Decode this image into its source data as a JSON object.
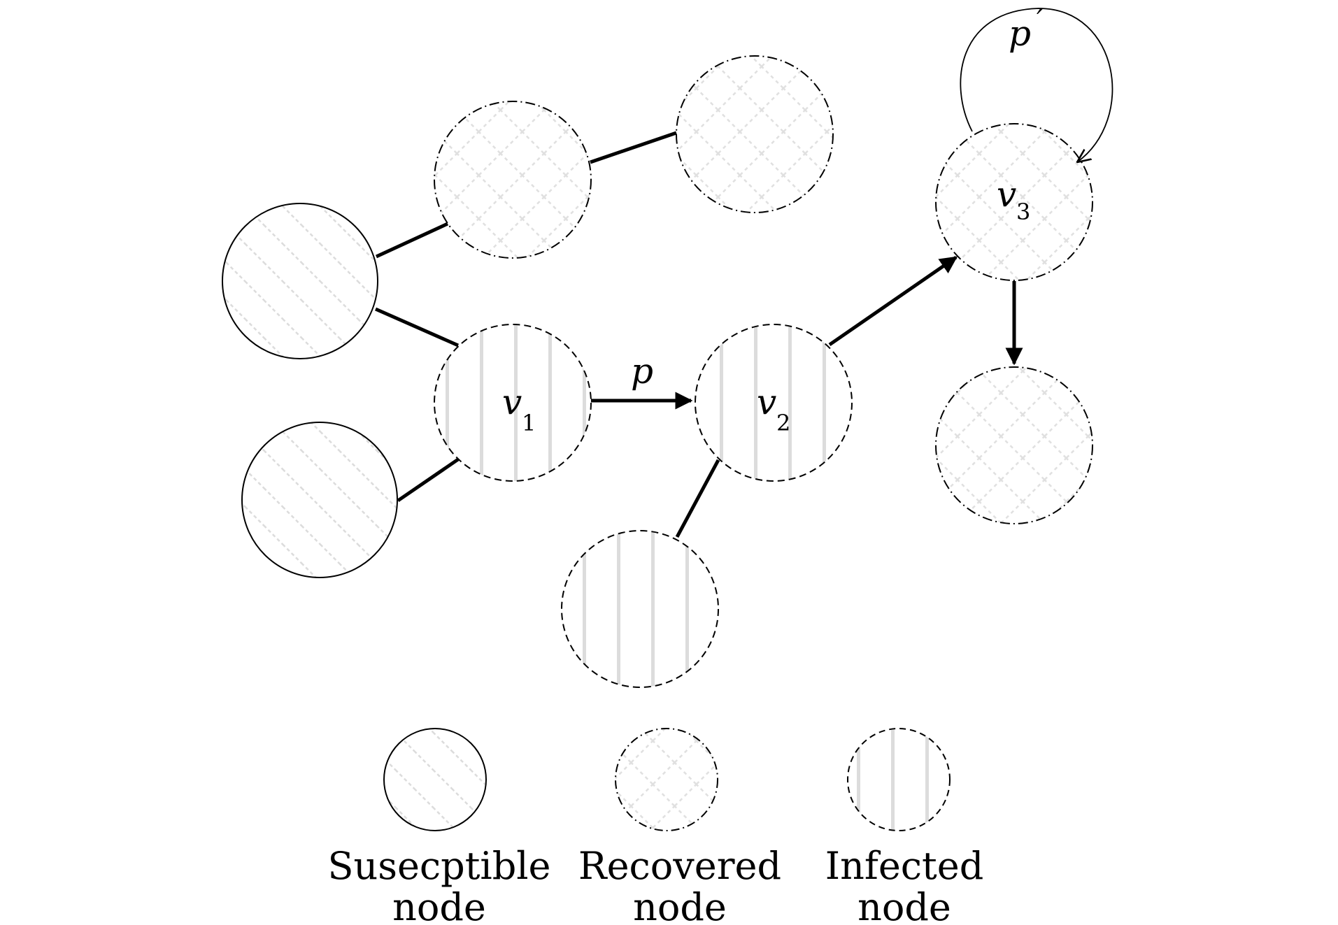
{
  "diagram": {
    "title": "SIR propagation network",
    "node_types": {
      "susceptible": {
        "label_line1": "Susecptible",
        "label_line2": "node",
        "border": "solid",
        "pattern": "diagonal-hatch"
      },
      "recovered": {
        "label_line1": "Recovered",
        "label_line2": "node",
        "border": "dash-dot",
        "pattern": "diamond-crosshatch"
      },
      "infected": {
        "label_line1": "Infected",
        "label_line2": "node",
        "border": "dashed",
        "pattern": "vertical-stripes"
      }
    },
    "nodes": [
      {
        "id": "s1",
        "type": "susceptible",
        "label": ""
      },
      {
        "id": "s2",
        "type": "susceptible",
        "label": ""
      },
      {
        "id": "r1",
        "type": "recovered",
        "label": ""
      },
      {
        "id": "r2",
        "type": "recovered",
        "label": ""
      },
      {
        "id": "v1",
        "type": "infected",
        "label": "v",
        "subscript": "1"
      },
      {
        "id": "v2",
        "type": "infected",
        "label": "v",
        "subscript": "2"
      },
      {
        "id": "i3",
        "type": "infected",
        "label": ""
      },
      {
        "id": "v3",
        "type": "recovered",
        "label": "v",
        "subscript": "3"
      },
      {
        "id": "r4",
        "type": "recovered",
        "label": ""
      }
    ],
    "edges": [
      {
        "from": "s1",
        "to": "r1",
        "directed": false
      },
      {
        "from": "r1",
        "to": "r2",
        "directed": false
      },
      {
        "from": "s1",
        "to": "v1",
        "directed": false
      },
      {
        "from": "s2",
        "to": "v1",
        "directed": false
      },
      {
        "from": "v1",
        "to": "v2",
        "directed": true,
        "label": "p"
      },
      {
        "from": "v2",
        "to": "i3",
        "directed": false
      },
      {
        "from": "v2",
        "to": "v3",
        "directed": true
      },
      {
        "from": "v3",
        "to": "r4",
        "directed": true
      },
      {
        "from": "v3",
        "to": "v3",
        "directed": true,
        "label": "p′"
      }
    ],
    "labels": {
      "p": "p",
      "p_prime": "p",
      "prime": "′",
      "v": "v",
      "sub1": "1",
      "sub2": "2",
      "sub3": "3"
    },
    "colors": {
      "stroke": "#000000",
      "pattern": "#dcdcdc",
      "background": "#ffffff"
    }
  }
}
